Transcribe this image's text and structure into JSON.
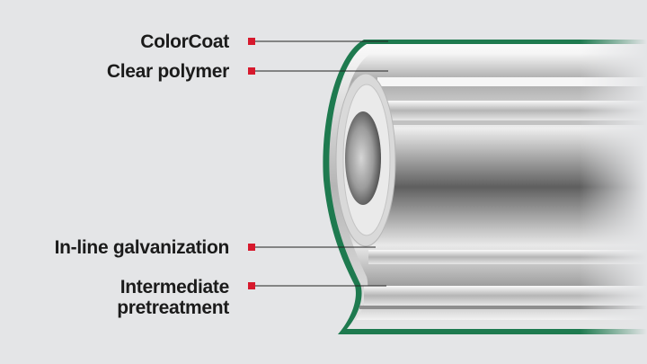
{
  "labels": {
    "colorcoat": "ColorCoat",
    "clear_polymer": "Clear polymer",
    "galvanization": "In-line galvanization",
    "pretreatment_line1": "Intermediate",
    "pretreatment_line2": "pretreatment"
  },
  "colors": {
    "background": "#e4e5e7",
    "marker": "#d7192d",
    "coat_green": "#1e7a4f",
    "leader": "#222222"
  }
}
